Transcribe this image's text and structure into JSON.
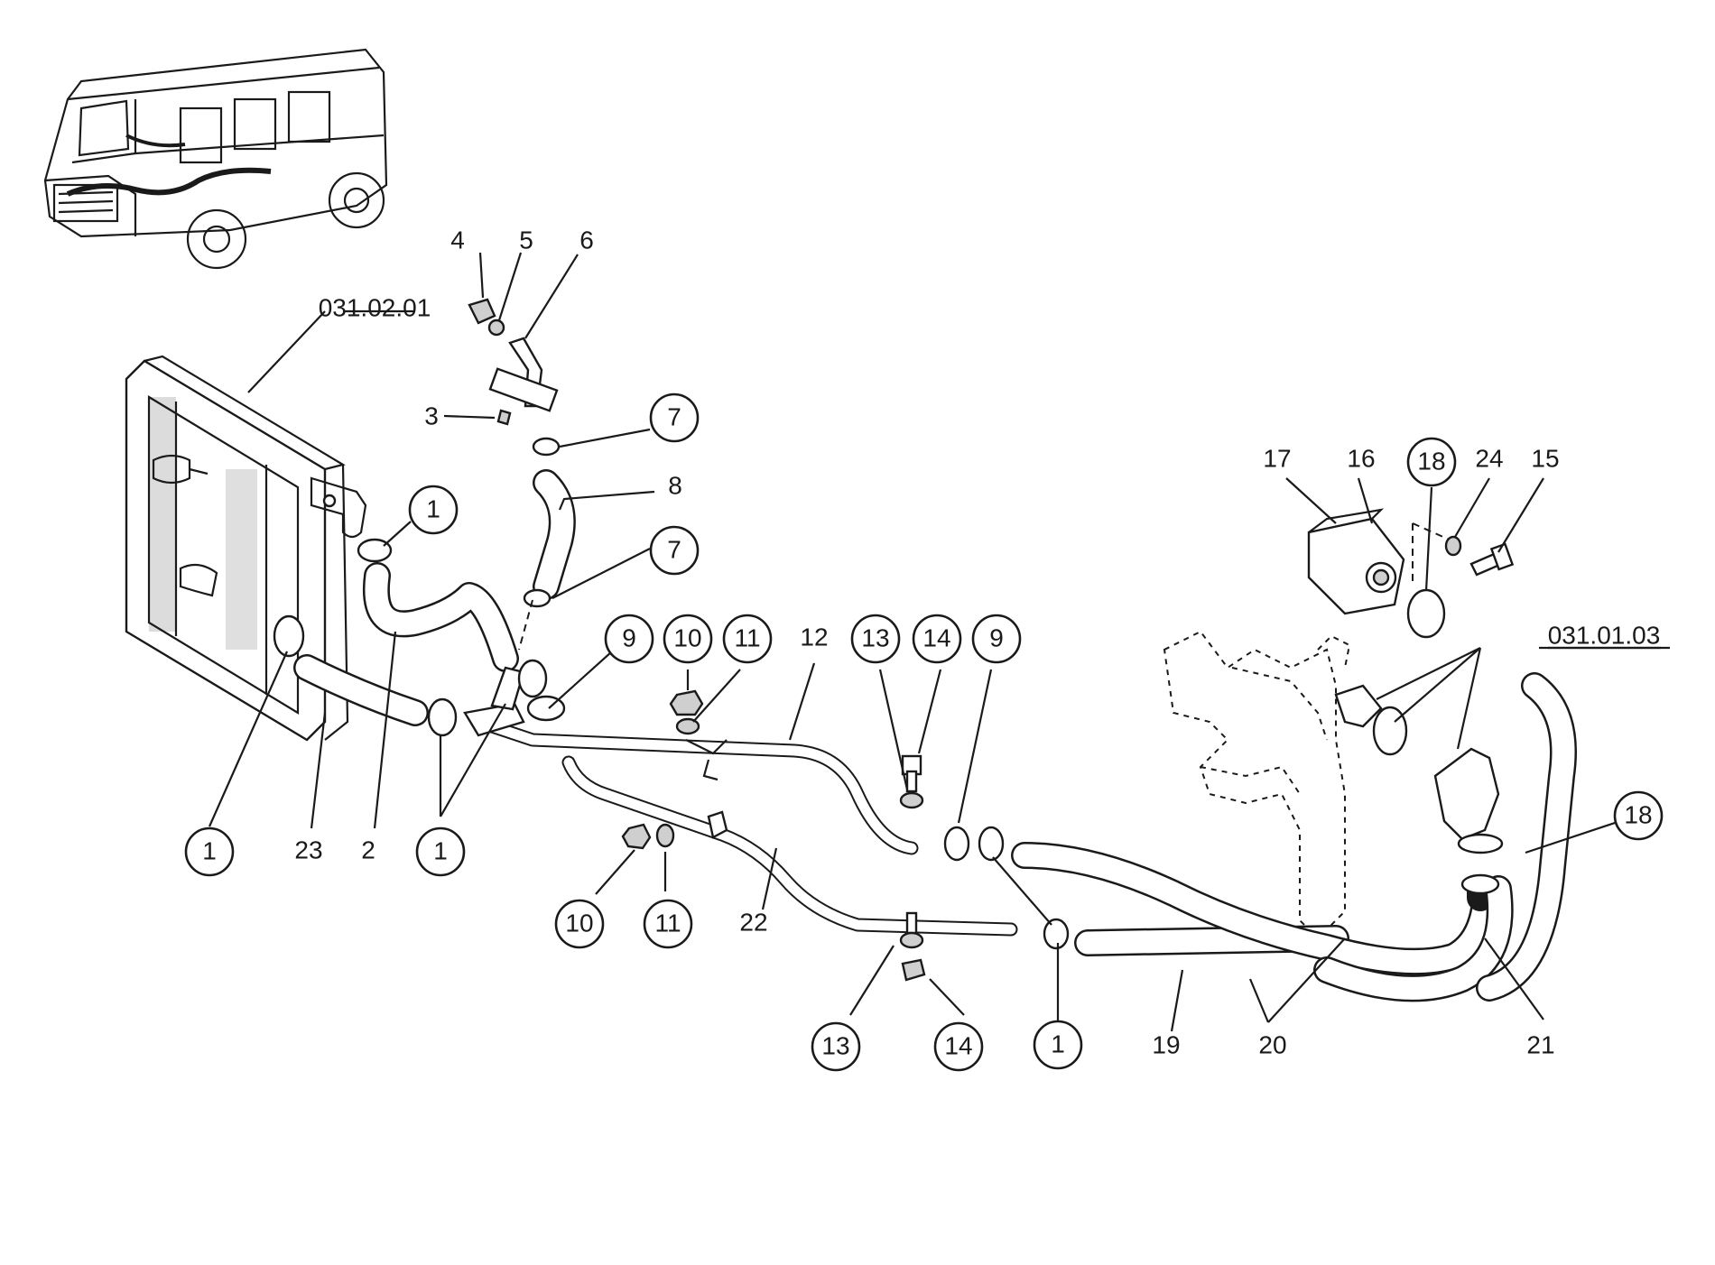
{
  "references": {
    "ref_a": "031.02.01",
    "ref_b": "031.01.03"
  },
  "callouts": [
    {
      "text": "1",
      "circled": true
    },
    {
      "text": "1",
      "circled": true
    },
    {
      "text": "1",
      "circled": true
    },
    {
      "text": "1",
      "circled": true
    },
    {
      "text": "2",
      "circled": false
    },
    {
      "text": "3",
      "circled": false
    },
    {
      "text": "4",
      "circled": false
    },
    {
      "text": "5",
      "circled": false
    },
    {
      "text": "6",
      "circled": false
    },
    {
      "text": "7",
      "circled": true
    },
    {
      "text": "7",
      "circled": true
    },
    {
      "text": "8",
      "circled": false
    },
    {
      "text": "9",
      "circled": true
    },
    {
      "text": "9",
      "circled": true
    },
    {
      "text": "10",
      "circled": true
    },
    {
      "text": "10",
      "circled": true
    },
    {
      "text": "11",
      "circled": true
    },
    {
      "text": "11",
      "circled": true
    },
    {
      "text": "12",
      "circled": false
    },
    {
      "text": "13",
      "circled": true
    },
    {
      "text": "13",
      "circled": true
    },
    {
      "text": "14",
      "circled": true
    },
    {
      "text": "14",
      "circled": true
    },
    {
      "text": "15",
      "circled": false
    },
    {
      "text": "16",
      "circled": false
    },
    {
      "text": "17",
      "circled": false
    },
    {
      "text": "18",
      "circled": true
    },
    {
      "text": "18",
      "circled": true
    },
    {
      "text": "19",
      "circled": false
    },
    {
      "text": "20",
      "circled": false
    },
    {
      "text": "21",
      "circled": false
    },
    {
      "text": "22",
      "circled": false
    },
    {
      "text": "23",
      "circled": false
    },
    {
      "text": "24",
      "circled": false
    }
  ]
}
